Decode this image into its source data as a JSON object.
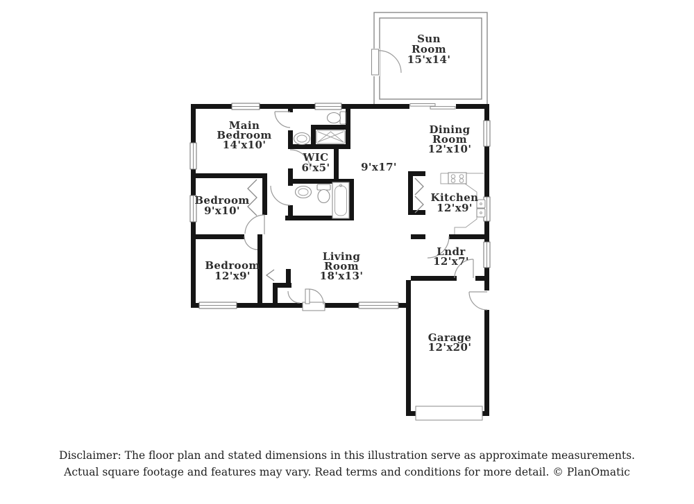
{
  "colors": {
    "wall": "#151515",
    "symbol_line": "#9a9a9a",
    "label_text": "#2e2e2e",
    "background": "#ffffff"
  },
  "rooms": {
    "sun_room": {
      "line1": "Sun",
      "line2": "Room",
      "dims": "15'x14'"
    },
    "main_bedroom": {
      "line1": "Main",
      "line2": "Bedroom",
      "dims": "14'x10'"
    },
    "dining_room": {
      "line1": "Dining",
      "line2": "Room",
      "dims": "12'x10'"
    },
    "wic": {
      "line1": "WIC",
      "dims": "6'x5'"
    },
    "hall": {
      "dims": "9'x17'"
    },
    "kitchen": {
      "line1": "Kitchen",
      "dims": "12'x9'"
    },
    "bedroom_2": {
      "line1": "Bedroom",
      "dims": "9'x10'"
    },
    "bedroom_3": {
      "line1": "Bedroom",
      "dims": "12'x9'"
    },
    "living_room": {
      "line1": "Living",
      "line2": "Room",
      "dims": "18'x13'"
    },
    "laundry": {
      "line1": "Lndr",
      "dims": "12'x7'"
    },
    "garage": {
      "line1": "Garage",
      "dims": "12'x20'"
    }
  },
  "disclaimer": {
    "line1": "Disclaimer: The floor plan and stated dimensions in this illustration serve as approximate measurements.",
    "line2": "Actual square footage and features may vary. Read terms and conditions for more detail. © PlanOmatic"
  }
}
